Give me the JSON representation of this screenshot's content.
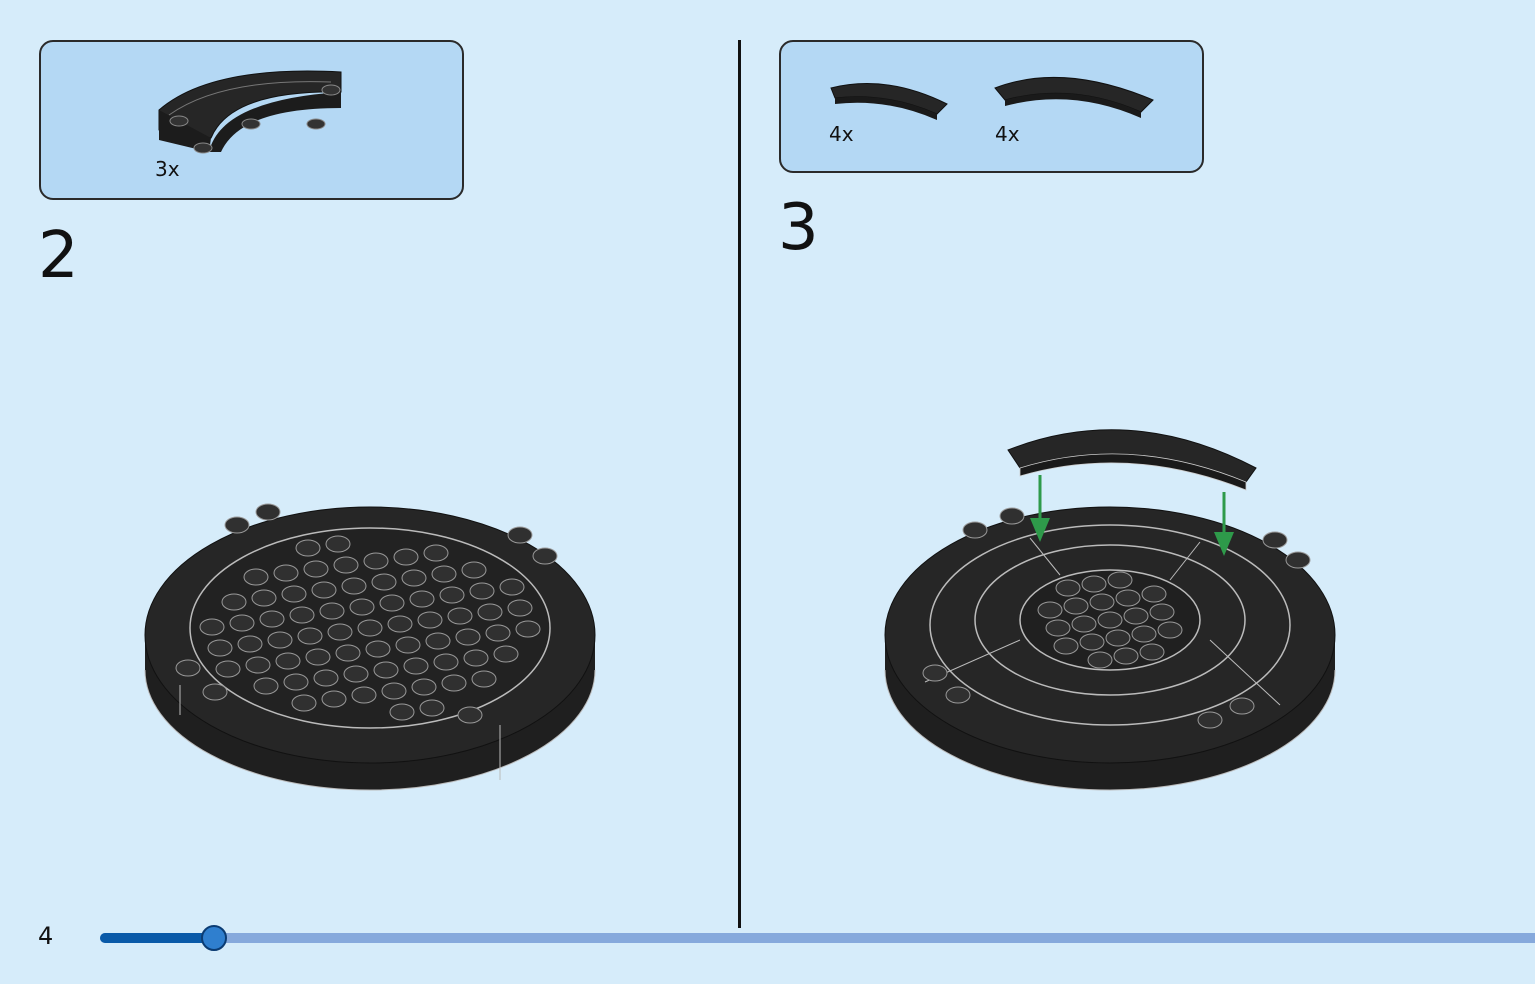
{
  "page": {
    "number": "4"
  },
  "steps": [
    {
      "number": "2",
      "parts": [
        {
          "qty": "3x",
          "part": "curved-brick-icon"
        }
      ]
    },
    {
      "number": "3",
      "parts": [
        {
          "qty": "4x",
          "part": "small-curved-tile-icon"
        },
        {
          "qty": "4x",
          "part": "large-curved-tile-icon"
        }
      ]
    }
  ],
  "progress": {
    "fraction": 0.0785
  },
  "colors": {
    "background": "#d6ecfa",
    "parts_box": "#b4d8f4",
    "brick": "#262626",
    "arrow": "#2e9a4a",
    "progress_track": "#86a9dc",
    "progress_fill": "#0a5aa8"
  }
}
